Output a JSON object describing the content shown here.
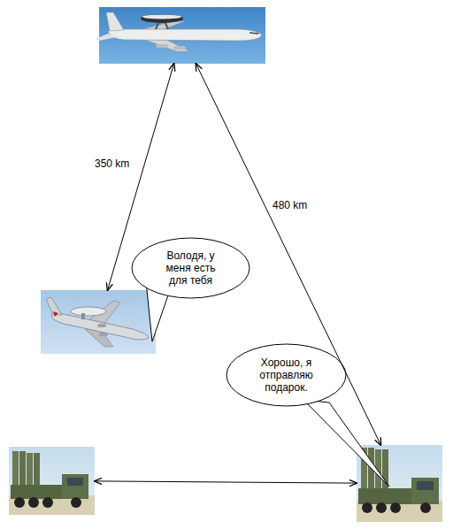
{
  "diagram": {
    "nodes": [
      {
        "text": []
      },
      {
        "text": [
          "Володя, у меня есть для тебя"
        ]
      },
      {
        "text": []
      },
      {
        "text": [
          "Хорошо, я отправляю подарок."
        ]
      },
      {
        "text": []
      },
      {
        "text": []
      }
    ],
    "edges": [
      {
        "from": 0,
        "to": 2,
        "label": "350 km",
        "arrow": "both"
      },
      {
        "from": 0,
        "to": 5,
        "label": "480 km",
        "arrow": "both"
      },
      {
        "from": 4,
        "to": 5,
        "arrow": "both"
      }
    ]
  }
}
